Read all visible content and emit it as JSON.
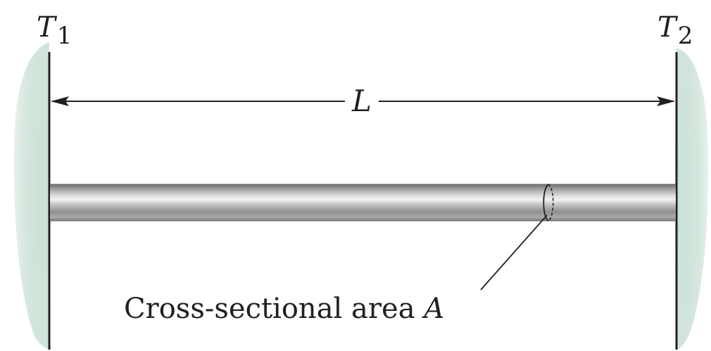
{
  "left_reservoir": {
    "symbol": "T",
    "subscript": "1"
  },
  "right_reservoir": {
    "symbol": "T",
    "subscript": "2"
  },
  "length_label": "L",
  "area_label": {
    "text": "Cross-sectional area ",
    "symbol": "A"
  }
}
